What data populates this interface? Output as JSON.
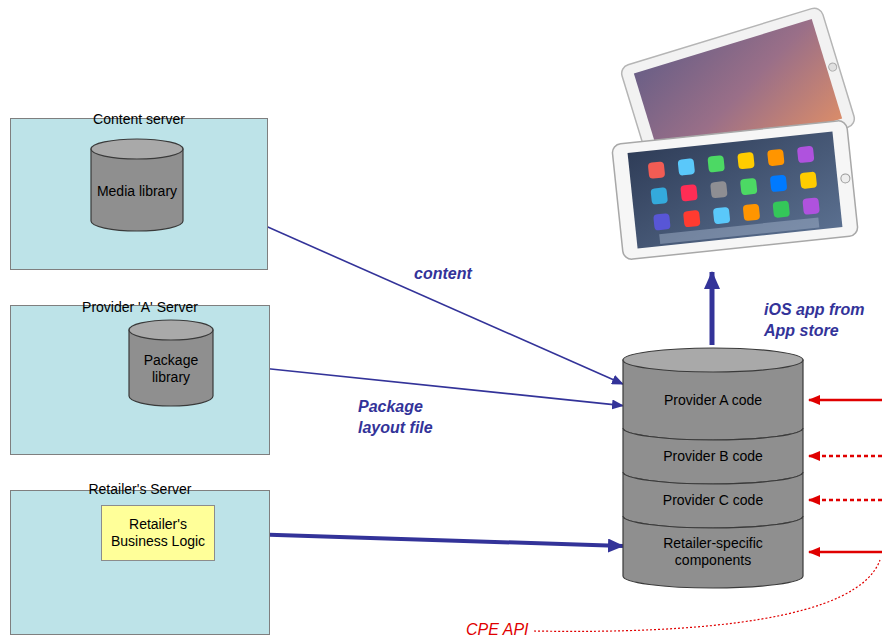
{
  "diagram": {
    "nodes": [
      {
        "text": [
          "Content server"
        ]
      },
      {
        "text": [
          "Media library"
        ],
        "in": 0
      },
      {
        "text": [
          "Provider 'A' Server"
        ]
      },
      {
        "text": [
          "Package library"
        ],
        "in": 2
      },
      {
        "text": [
          "Retailer's Server"
        ]
      },
      {
        "text": [
          "Retailer's Business Logic"
        ],
        "in": 4
      },
      {
        "text": [
          "Provider A code"
        ]
      },
      {
        "text": [
          "Provider B code"
        ]
      },
      {
        "text": [
          "Provider C code"
        ]
      },
      {
        "text": [
          "Retailer-specific components"
        ]
      }
    ],
    "edges": [
      {
        "from": 1,
        "to": 6,
        "label": "content",
        "arrow": "to"
      },
      {
        "from": 3,
        "to": 6,
        "label": "Package layout file",
        "arrow": "to"
      },
      {
        "from": 5,
        "to": 9,
        "arrow": "both"
      }
    ],
    "labels": [
      "iOS app from App store",
      "CPE API"
    ]
  }
}
